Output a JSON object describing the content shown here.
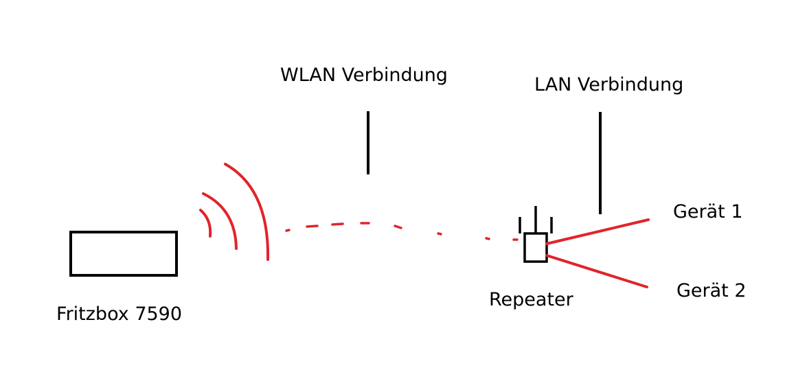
{
  "labels": {
    "wlan": "WLAN Verbindung",
    "lan": "LAN Verbindung",
    "fritzbox": "Fritzbox 7590",
    "repeater": "Repeater",
    "device1": "Gerät 1",
    "device2": "Gerät 2"
  },
  "colors": {
    "connection": "#e0242b",
    "outline": "#000000",
    "background": "#ffffff"
  }
}
